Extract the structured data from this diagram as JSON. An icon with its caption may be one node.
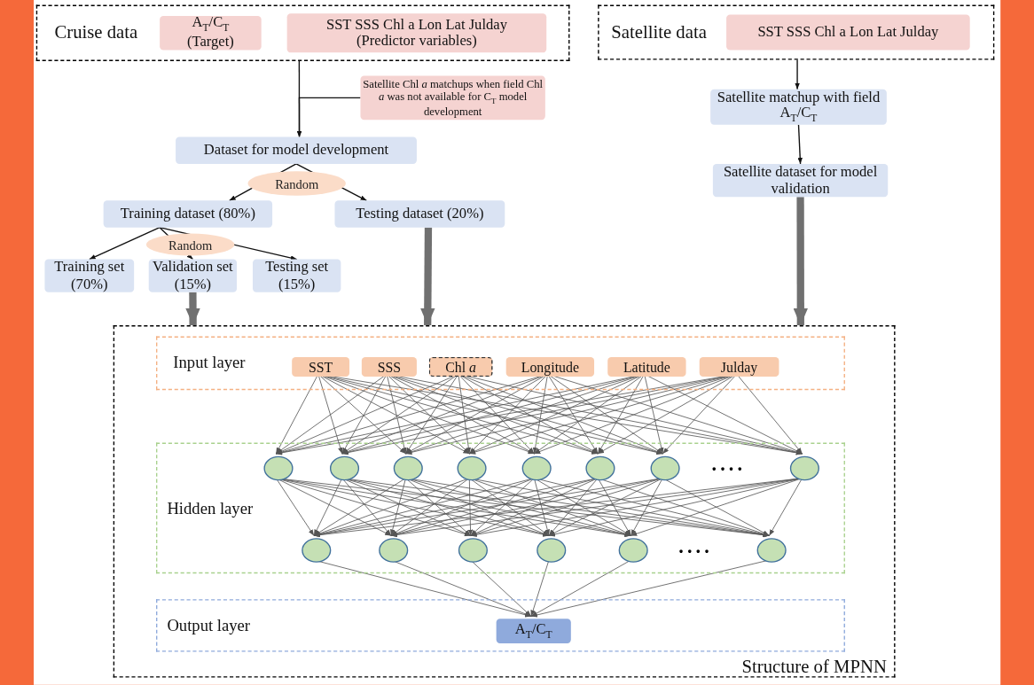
{
  "diagram": {
    "nodes": [
      {
        "text": [
          "Cruise data"
        ]
      },
      {
        "text": [
          "A$_{T}$/C$_{T}$",
          "(Target)"
        ],
        "in": 0
      },
      {
        "text": [
          "SST SSS Chl a Lon Lat Julday",
          "(Predictor variables)"
        ],
        "in": 0
      },
      {
        "text": [
          "Satellite data"
        ]
      },
      {
        "text": [
          "SST SSS Chl a Lon Lat Julday"
        ],
        "in": 3
      },
      {
        "text": [
          "Satellite Chl *a* matchups when field Chl *a* was not available for C$_{T}$ model development"
        ]
      },
      {
        "text": [
          "Dataset for model development"
        ]
      },
      {
        "text": [
          "Training dataset (80%)"
        ]
      },
      {
        "text": [
          "Testing dataset (20%)"
        ]
      },
      {
        "text": [
          "Training set (70%)"
        ]
      },
      {
        "text": [
          "Validation set (15%)"
        ]
      },
      {
        "text": [
          "Testing set (15%)"
        ]
      },
      {
        "text": [
          "Satellite matchup with field A$_{T}$/C$_{T}$"
        ]
      },
      {
        "text": [
          "Satellite dataset for model validation"
        ]
      },
      {
        "text": [
          "Structure of MPNN"
        ]
      },
      {
        "text": [
          "Input layer"
        ],
        "in": 14
      },
      {
        "text": [
          "SST"
        ],
        "in": 15
      },
      {
        "text": [
          "SSS"
        ],
        "in": 15
      },
      {
        "text": [
          "Chl *a*"
        ],
        "in": 15
      },
      {
        "text": [
          "Longitude"
        ],
        "in": 15
      },
      {
        "text": [
          "Latitude"
        ],
        "in": 15
      },
      {
        "text": [
          "Julday"
        ],
        "in": 15
      },
      {
        "text": [
          "Hidden layer"
        ],
        "in": 14
      },
      {
        "text": [],
        "shape": "circle",
        "in": 22
      },
      {
        "text": [],
        "shape": "circle",
        "in": 22
      },
      {
        "text": [],
        "shape": "circle",
        "in": 22
      },
      {
        "text": [],
        "shape": "circle",
        "in": 22
      },
      {
        "text": [],
        "shape": "circle",
        "in": 22
      },
      {
        "text": [],
        "shape": "circle",
        "in": 22
      },
      {
        "text": [],
        "shape": "circle",
        "in": 22
      },
      {
        "text": [],
        "shape": "circle",
        "in": 22
      },
      {
        "text": [],
        "shape": "circle",
        "in": 22
      },
      {
        "text": [],
        "shape": "circle",
        "in": 22
      },
      {
        "text": [],
        "shape": "circle",
        "in": 22
      },
      {
        "text": [],
        "shape": "circle",
        "in": 22
      },
      {
        "text": [],
        "shape": "circle",
        "in": 22
      },
      {
        "text": [],
        "shape": "circle",
        "in": 22
      },
      {
        "text": [
          "Output layer"
        ],
        "in": 14
      },
      {
        "text": [
          "A$_{T}$/C$_{T}$"
        ],
        "in": 37
      }
    ],
    "edges": [
      {
        "from": 0,
        "to": 6,
        "arrow": "to"
      },
      {
        "from": 5,
        "to": 6,
        "arrow": "to"
      },
      {
        "from": 6,
        "to": 7,
        "arrow": "to",
        "label": "Random"
      },
      {
        "from": 6,
        "to": 8,
        "arrow": "to"
      },
      {
        "from": 7,
        "to": 9,
        "arrow": "to"
      },
      {
        "from": 7,
        "to": 10,
        "arrow": "to",
        "label": "Random"
      },
      {
        "from": 7,
        "to": 11,
        "arrow": "to"
      },
      {
        "from": 3,
        "to": 12,
        "arrow": "to"
      },
      {
        "from": 12,
        "to": 13,
        "arrow": "to"
      },
      {
        "from": 10,
        "to": 14,
        "arrow": "to",
        "style": "thick",
        "color": "#707070"
      },
      {
        "from": 8,
        "to": 14,
        "arrow": "to",
        "style": "thick",
        "color": "#707070"
      },
      {
        "from": 13,
        "to": 14,
        "arrow": "to",
        "style": "thick",
        "color": "#707070"
      },
      {
        "from": 16,
        "to": 23,
        "arrow": "to"
      },
      {
        "from": 16,
        "to": 24,
        "arrow": "to"
      },
      {
        "from": 16,
        "to": 25,
        "arrow": "to"
      },
      {
        "from": 16,
        "to": 26,
        "arrow": "to"
      },
      {
        "from": 16,
        "to": 27,
        "arrow": "to"
      },
      {
        "from": 16,
        "to": 28,
        "arrow": "to"
      },
      {
        "from": 16,
        "to": 29,
        "arrow": "to"
      },
      {
        "from": 16,
        "to": 30,
        "arrow": "to"
      },
      {
        "from": 17,
        "to": 23,
        "arrow": "to"
      },
      {
        "from": 17,
        "to": 24,
        "arrow": "to"
      },
      {
        "from": 17,
        "to": 25,
        "arrow": "to"
      },
      {
        "from": 17,
        "to": 26,
        "arrow": "to"
      },
      {
        "from": 17,
        "to": 27,
        "arrow": "to"
      },
      {
        "from": 17,
        "to": 28,
        "arrow": "to"
      },
      {
        "from": 17,
        "to": 29,
        "arrow": "to"
      },
      {
        "from": 17,
        "to": 30,
        "arrow": "to"
      },
      {
        "from": 18,
        "to": 23,
        "arrow": "to"
      },
      {
        "from": 18,
        "to": 24,
        "arrow": "to"
      },
      {
        "from": 18,
        "to": 25,
        "arrow": "to"
      },
      {
        "from": 18,
        "to": 26,
        "arrow": "to"
      },
      {
        "from": 18,
        "to": 27,
        "arrow": "to"
      },
      {
        "from": 18,
        "to": 28,
        "arrow": "to"
      },
      {
        "from": 18,
        "to": 29,
        "arrow": "to"
      },
      {
        "from": 18,
        "to": 30,
        "arrow": "to"
      },
      {
        "from": 19,
        "to": 23,
        "arrow": "to"
      },
      {
        "from": 19,
        "to": 24,
        "arrow": "to"
      },
      {
        "from": 19,
        "to": 25,
        "arrow": "to"
      },
      {
        "from": 19,
        "to": 26,
        "arrow": "to"
      },
      {
        "from": 19,
        "to": 27,
        "arrow": "to"
      },
      {
        "from": 19,
        "to": 28,
        "arrow": "to"
      },
      {
        "from": 19,
        "to": 29,
        "arrow": "to"
      },
      {
        "from": 19,
        "to": 30,
        "arrow": "to"
      },
      {
        "from": 20,
        "to": 23,
        "arrow": "to"
      },
      {
        "from": 20,
        "to": 24,
        "arrow": "to"
      },
      {
        "from": 20,
        "to": 25,
        "arrow": "to"
      },
      {
        "from": 20,
        "to": 26,
        "arrow": "to"
      },
      {
        "from": 20,
        "to": 27,
        "arrow": "to"
      },
      {
        "from": 20,
        "to": 28,
        "arrow": "to"
      },
      {
        "from": 20,
        "to": 29,
        "arrow": "to"
      },
      {
        "from": 20,
        "to": 30,
        "arrow": "to"
      },
      {
        "from": 21,
        "to": 23,
        "arrow": "to"
      },
      {
        "from": 21,
        "to": 24,
        "arrow": "to"
      },
      {
        "from": 21,
        "to": 25,
        "arrow": "to"
      },
      {
        "from": 21,
        "to": 26,
        "arrow": "to"
      },
      {
        "from": 21,
        "to": 27,
        "arrow": "to"
      },
      {
        "from": 21,
        "to": 28,
        "arrow": "to"
      },
      {
        "from": 21,
        "to": 29,
        "arrow": "to"
      },
      {
        "from": 21,
        "to": 30,
        "arrow": "to"
      },
      {
        "from": 23,
        "to": 31,
        "arrow": "to"
      },
      {
        "from": 23,
        "to": 32,
        "arrow": "to"
      },
      {
        "from": 23,
        "to": 33,
        "arrow": "to"
      },
      {
        "from": 23,
        "to": 34,
        "arrow": "to"
      },
      {
        "from": 23,
        "to": 35,
        "arrow": "to"
      },
      {
        "from": 23,
        "to": 36,
        "arrow": "to"
      },
      {
        "from": 24,
        "to": 31,
        "arrow": "to"
      },
      {
        "from": 24,
        "to": 32,
        "arrow": "to"
      },
      {
        "from": 24,
        "to": 33,
        "arrow": "to"
      },
      {
        "from": 24,
        "to": 34,
        "arrow": "to"
      },
      {
        "from": 24,
        "to": 35,
        "arrow": "to"
      },
      {
        "from": 24,
        "to": 36,
        "arrow": "to"
      },
      {
        "from": 25,
        "to": 31,
        "arrow": "to"
      },
      {
        "from": 25,
        "to": 32,
        "arrow": "to"
      },
      {
        "from": 25,
        "to": 33,
        "arrow": "to"
      },
      {
        "from": 25,
        "to": 34,
        "arrow": "to"
      },
      {
        "from": 25,
        "to": 35,
        "arrow": "to"
      },
      {
        "from": 25,
        "to": 36,
        "arrow": "to"
      },
      {
        "from": 26,
        "to": 31,
        "arrow": "to"
      },
      {
        "from": 26,
        "to": 32,
        "arrow": "to"
      },
      {
        "from": 26,
        "to": 33,
        "arrow": "to"
      },
      {
        "from": 26,
        "to": 34,
        "arrow": "to"
      },
      {
        "from": 26,
        "to": 35,
        "arrow": "to"
      },
      {
        "from": 26,
        "to": 36,
        "arrow": "to"
      },
      {
        "from": 27,
        "to": 31,
        "arrow": "to"
      },
      {
        "from": 27,
        "to": 32,
        "arrow": "to"
      },
      {
        "from": 27,
        "to": 33,
        "arrow": "to"
      },
      {
        "from": 27,
        "to": 34,
        "arrow": "to"
      },
      {
        "from": 27,
        "to": 35,
        "arrow": "to"
      },
      {
        "from": 27,
        "to": 36,
        "arrow": "to"
      },
      {
        "from": 28,
        "to": 31,
        "arrow": "to"
      },
      {
        "from": 28,
        "to": 32,
        "arrow": "to"
      },
      {
        "from": 28,
        "to": 33,
        "arrow": "to"
      },
      {
        "from": 28,
        "to": 34,
        "arrow": "to"
      },
      {
        "from": 28,
        "to": 35,
        "arrow": "to"
      },
      {
        "from": 28,
        "to": 36,
        "arrow": "to"
      },
      {
        "from": 29,
        "to": 31,
        "arrow": "to"
      },
      {
        "from": 29,
        "to": 32,
        "arrow": "to"
      },
      {
        "from": 29,
        "to": 33,
        "arrow": "to"
      },
      {
        "from": 29,
        "to": 34,
        "arrow": "to"
      },
      {
        "from": 29,
        "to": 35,
        "arrow": "to"
      },
      {
        "from": 29,
        "to": 36,
        "arrow": "to"
      },
      {
        "from": 30,
        "to": 31,
        "arrow": "to"
      },
      {
        "from": 30,
        "to": 32,
        "arrow": "to"
      },
      {
        "from": 30,
        "to": 33,
        "arrow": "to"
      },
      {
        "from": 30,
        "to": 34,
        "arrow": "to"
      },
      {
        "from": 30,
        "to": 35,
        "arrow": "to"
      },
      {
        "from": 30,
        "to": 36,
        "arrow": "to"
      },
      {
        "from": 31,
        "to": 38,
        "arrow": "to"
      },
      {
        "from": 32,
        "to": 38,
        "arrow": "to"
      },
      {
        "from": 33,
        "to": 38,
        "arrow": "to"
      },
      {
        "from": 34,
        "to": 38,
        "arrow": "to"
      },
      {
        "from": 35,
        "to": 38,
        "arrow": "to"
      },
      {
        "from": 36,
        "to": 38,
        "arrow": "to"
      }
    ],
    "labels": [
      "....",
      "...."
    ]
  }
}
